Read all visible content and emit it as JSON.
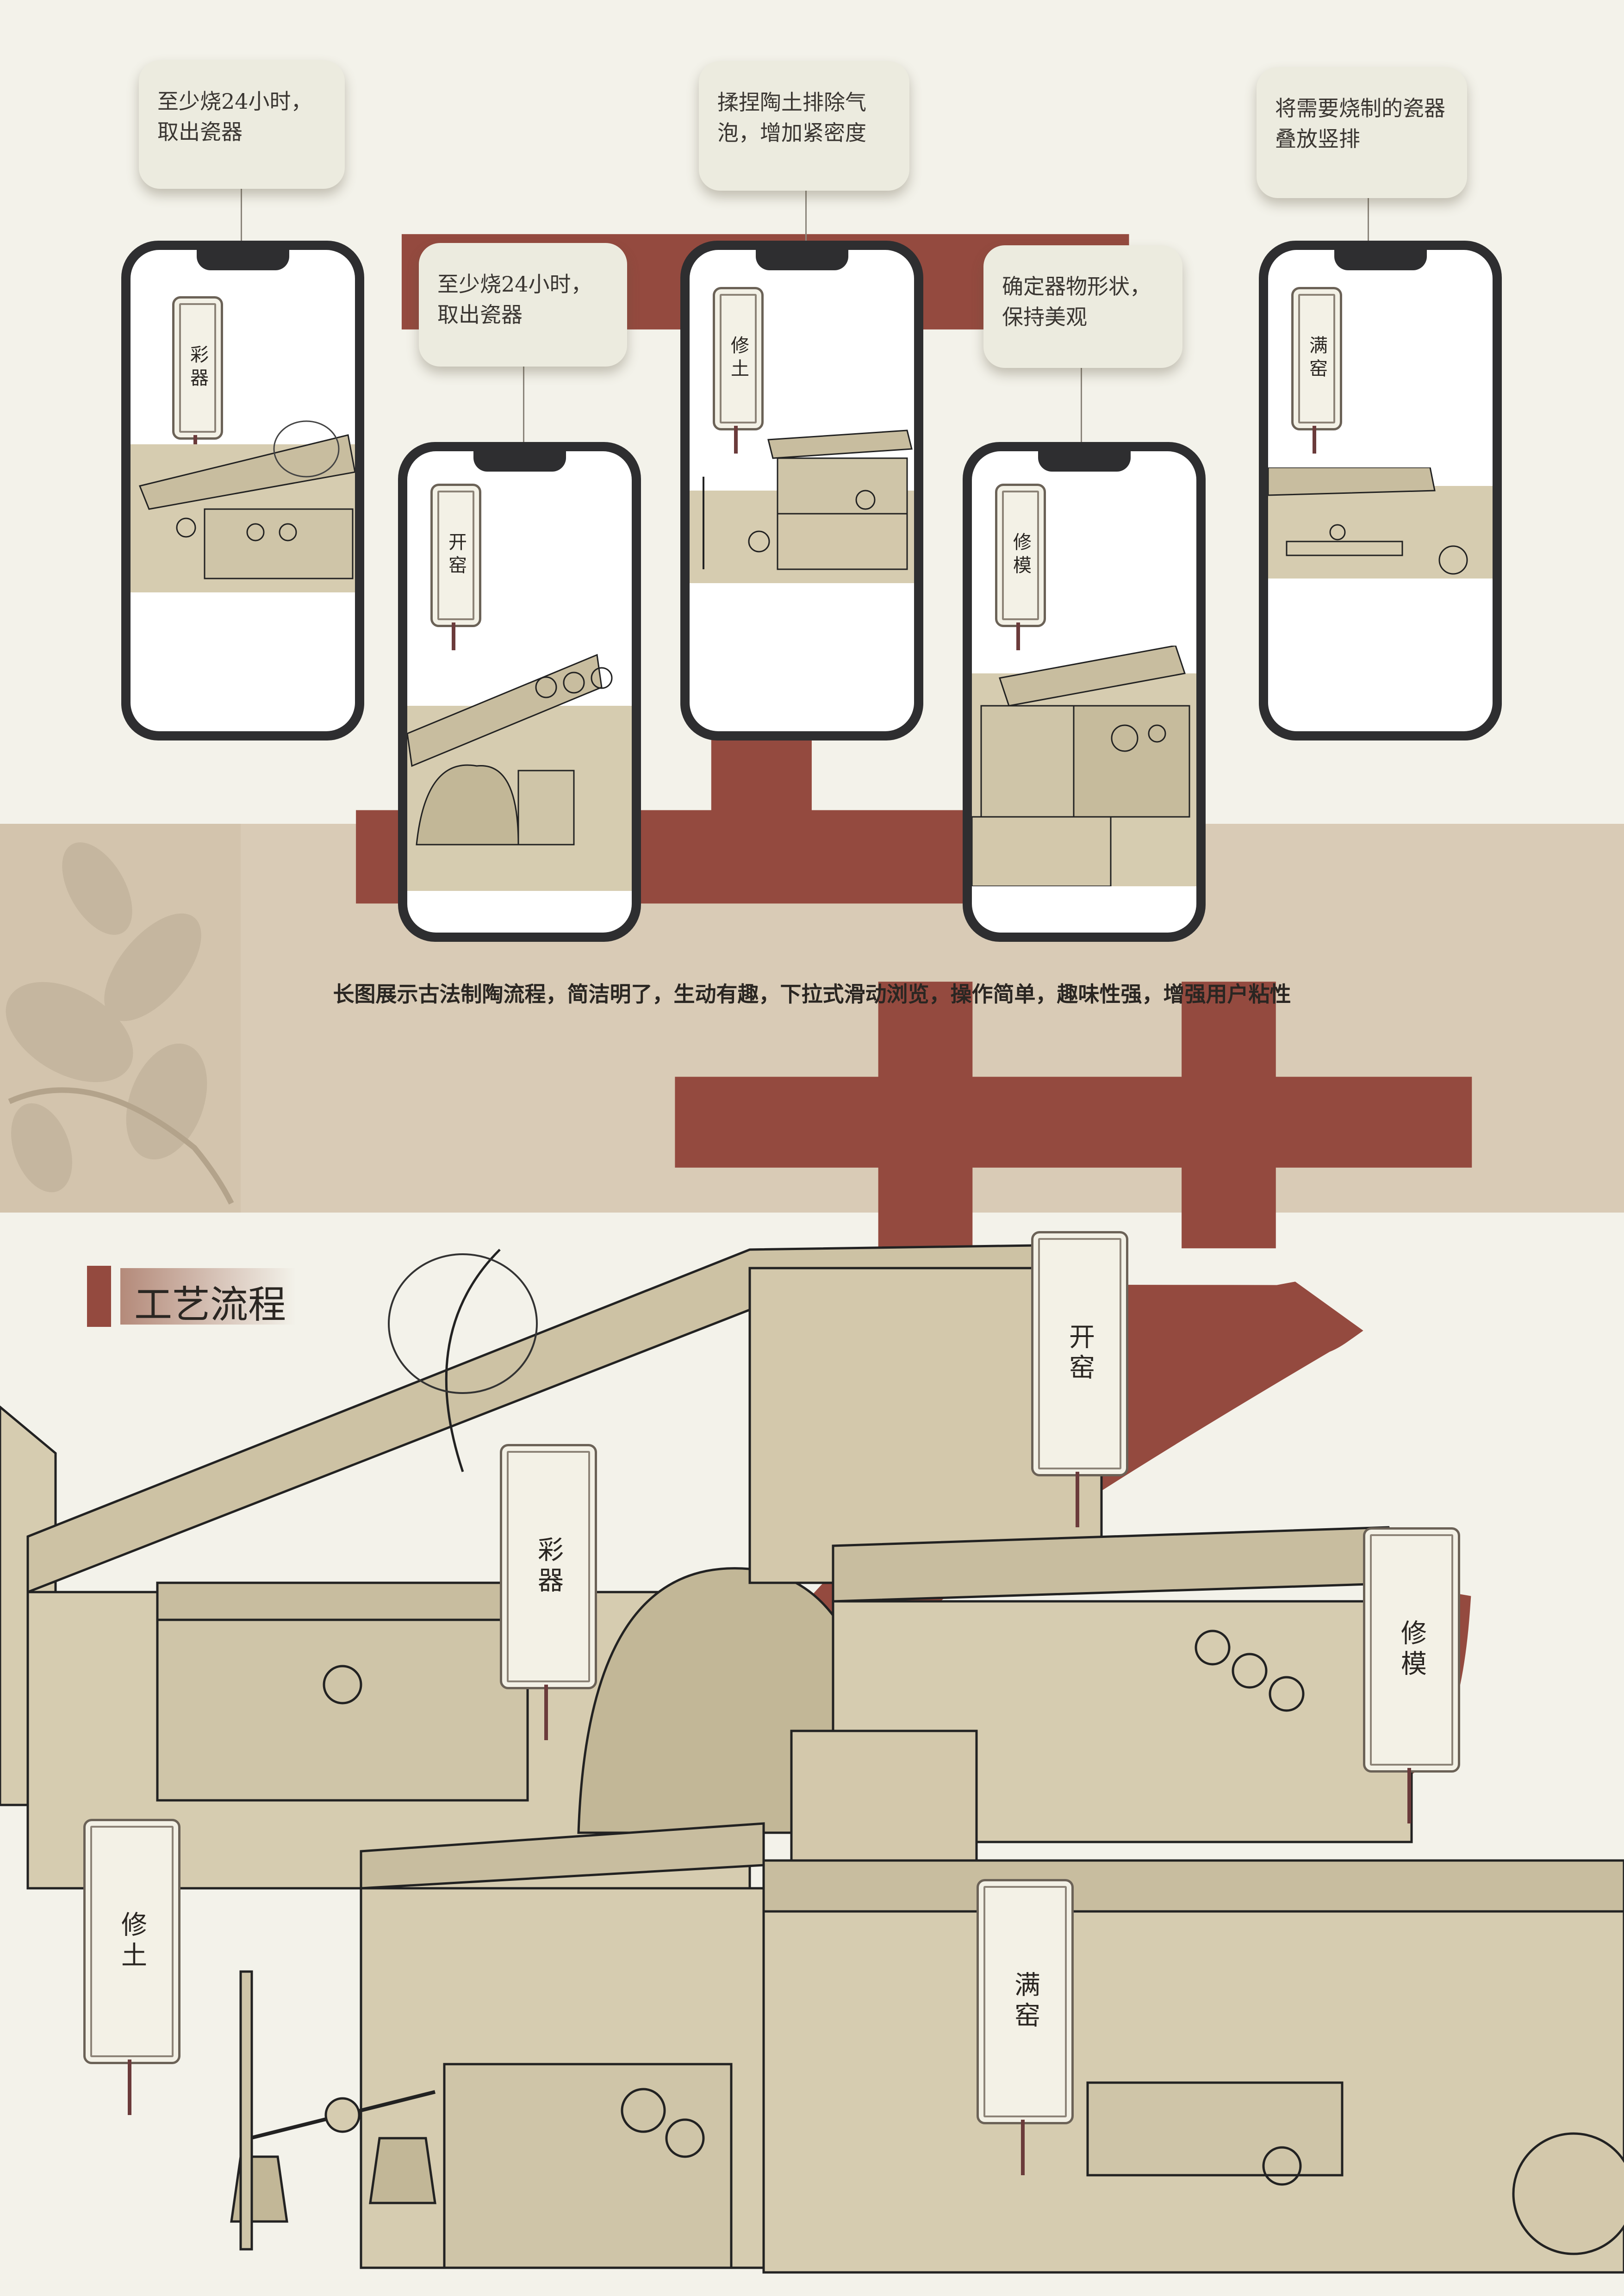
{
  "bubbles": [
    {
      "text": "至少烧24小时，取出瓷器"
    },
    {
      "text": "至少烧24小时，取出瓷器"
    },
    {
      "text": "揉捏陶土排除气泡，增加紧密度"
    },
    {
      "text": "确定器物形状，保持美观"
    },
    {
      "text": "将需要烧制的瓷器叠放竖排"
    }
  ],
  "phones": [
    {
      "sign": "彩器"
    },
    {
      "sign": "开窑"
    },
    {
      "sign": "修土"
    },
    {
      "sign": "修模"
    },
    {
      "sign": "满窑"
    }
  ],
  "big_chars": {
    "gong": "工",
    "yi": "艺"
  },
  "caption": "长图展示古法制陶流程，简洁明了，生动有趣，下拉式滑动浏览，操作简单，趣味性强，增强用户粘性",
  "section_title": "工艺流程",
  "scene_signs": [
    "开窑",
    "彩器",
    "修模",
    "修土",
    "满窑"
  ],
  "colors": {
    "accent": "#944a3f",
    "band": "#d9cbb6",
    "paper": "#d6ccb0",
    "background": "#f3f2ea"
  }
}
